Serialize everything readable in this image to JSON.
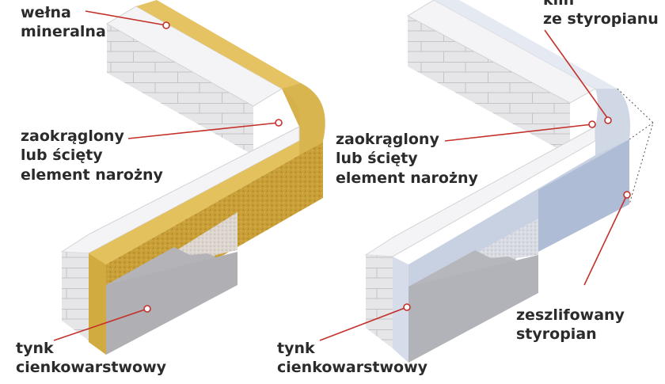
{
  "colors": {
    "brick_face": "#e6e6e8",
    "brick_top": "#f4f4f6",
    "mortar": "#8e8e92",
    "wool": "#d8b54e",
    "wool_dark": "#b89230",
    "plaster": "#b4b4b8",
    "styrofoam": "#cfd8e6",
    "leader_line": "#c4302a",
    "text": "#2b2b2b"
  },
  "labels": {
    "wool_line1": "wełna",
    "wool_line2": "mineralna",
    "rounded_left_1": "zaokrąglony",
    "rounded_left_2": "lub ścięty",
    "rounded_left_3": "element narożny",
    "rounded_right_1": "zaokrąglony",
    "rounded_right_2": "lub ścięty",
    "rounded_right_3": "element narożny",
    "plaster_left_1": "tynk",
    "plaster_left_2": "cienkowarstwowy",
    "plaster_right_1": "tynk",
    "plaster_right_2": "cienkowarstwowy",
    "wedge_line1": "klin",
    "wedge_line2": "ze styropianu",
    "sanded_line1": "zeszlifowany",
    "sanded_line2": "styropian"
  }
}
